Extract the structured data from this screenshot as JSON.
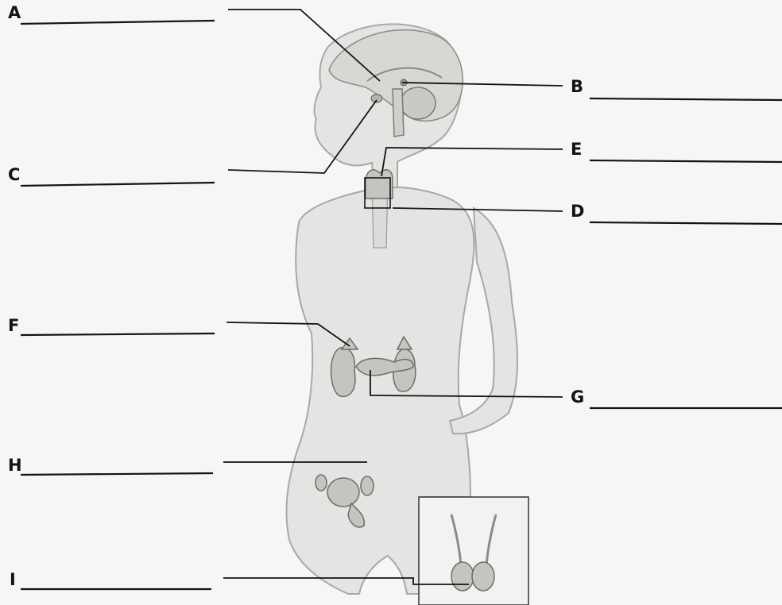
{
  "labels": {
    "a": "A",
    "b": "B",
    "c": "C",
    "d": "D",
    "e": "E",
    "f": "F",
    "g": "G",
    "h": "H",
    "i": "I"
  },
  "colors": {
    "background": "#f6f6f4",
    "ink": "#141414",
    "body_fill": "#e4e4e2",
    "body_outline": "#a8a8a6",
    "organ_fill": "#c9c9c6",
    "organ_outline": "#6c6c6a"
  }
}
